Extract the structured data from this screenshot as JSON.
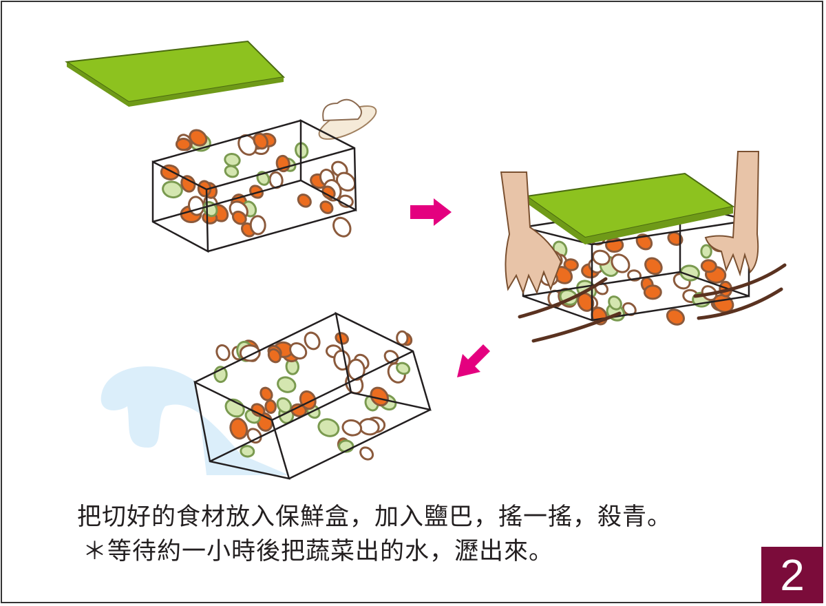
{
  "caption": {
    "line1": "把切好的食材放入保鮮盒，加入鹽巴，搖一搖，殺青。",
    "line2": "＊等待約一小時後把蔬菜出的水，瀝出來。"
  },
  "step_number": "2",
  "colors": {
    "lid": "#8dc21f",
    "carrot": "#ec6d1f",
    "outline": "#8b5a3c",
    "cucumber": "#d4e6b0",
    "arrow": "#e4007f",
    "water": "#dbeefa",
    "skin": "#e8c4a8",
    "badge": "#7b0c3a"
  }
}
